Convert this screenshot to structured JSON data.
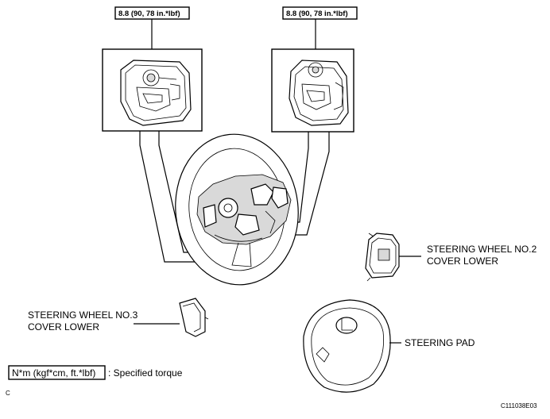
{
  "torque_callouts": {
    "left": "8.8 (90, 78 in.*lbf)",
    "right": "8.8 (90, 78 in.*lbf)"
  },
  "parts": {
    "cover_no2_line1": "STEERING WHEEL NO.2",
    "cover_no2_line2": "COVER LOWER",
    "cover_no3_line1": "STEERING WHEEL NO.3",
    "cover_no3_line2": "COVER LOWER",
    "steering_pad": "STEERING PAD"
  },
  "legend": {
    "unit_box": "N*m (kgf*cm, ft.*lbf)",
    "description": ": Specified torque"
  },
  "corner_marks": {
    "left": "C",
    "figure_id": "C111038E03"
  }
}
